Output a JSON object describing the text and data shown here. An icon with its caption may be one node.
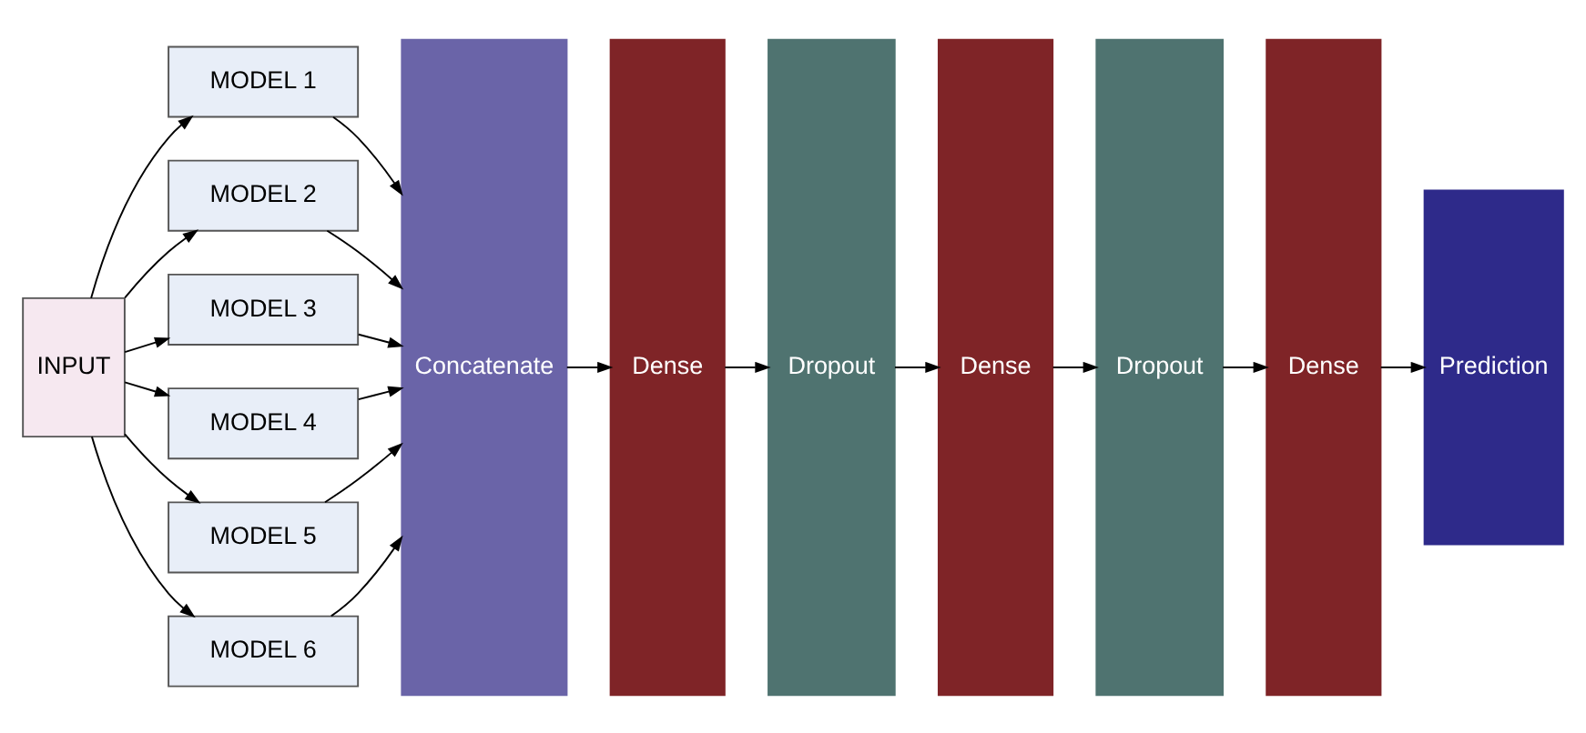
{
  "diagram": {
    "nodes": [
      {
        "text": [
          "INPUT"
        ]
      },
      {
        "text": [
          "MODEL 1"
        ]
      },
      {
        "text": [
          "MODEL 2"
        ]
      },
      {
        "text": [
          "MODEL 3"
        ]
      },
      {
        "text": [
          "MODEL 4"
        ]
      },
      {
        "text": [
          "MODEL 5"
        ]
      },
      {
        "text": [
          "MODEL 6"
        ]
      },
      {
        "text": [
          "Concatenate"
        ]
      },
      {
        "text": [
          "Dense"
        ]
      },
      {
        "text": [
          "Dropout"
        ]
      },
      {
        "text": [
          "Dense"
        ]
      },
      {
        "text": [
          "Dropout"
        ]
      },
      {
        "text": [
          "Dense"
        ]
      },
      {
        "text": [
          "Prediction"
        ]
      }
    ],
    "edges": [
      {
        "from": 0,
        "to": 1,
        "arrow": "to"
      },
      {
        "from": 0,
        "to": 2,
        "arrow": "to"
      },
      {
        "from": 0,
        "to": 3,
        "arrow": "to"
      },
      {
        "from": 0,
        "to": 4,
        "arrow": "to"
      },
      {
        "from": 0,
        "to": 5,
        "arrow": "to"
      },
      {
        "from": 0,
        "to": 6,
        "arrow": "to"
      },
      {
        "from": 1,
        "to": 7,
        "arrow": "to"
      },
      {
        "from": 2,
        "to": 7,
        "arrow": "to"
      },
      {
        "from": 3,
        "to": 7,
        "arrow": "to"
      },
      {
        "from": 4,
        "to": 7,
        "arrow": "to"
      },
      {
        "from": 5,
        "to": 7,
        "arrow": "to"
      },
      {
        "from": 6,
        "to": 7,
        "arrow": "to"
      },
      {
        "from": 7,
        "to": 8,
        "arrow": "to"
      },
      {
        "from": 8,
        "to": 9,
        "arrow": "to"
      },
      {
        "from": 9,
        "to": 10,
        "arrow": "to"
      },
      {
        "from": 10,
        "to": 11,
        "arrow": "to"
      },
      {
        "from": 11,
        "to": 12,
        "arrow": "to"
      },
      {
        "from": 12,
        "to": 13,
        "arrow": "to"
      }
    ]
  }
}
